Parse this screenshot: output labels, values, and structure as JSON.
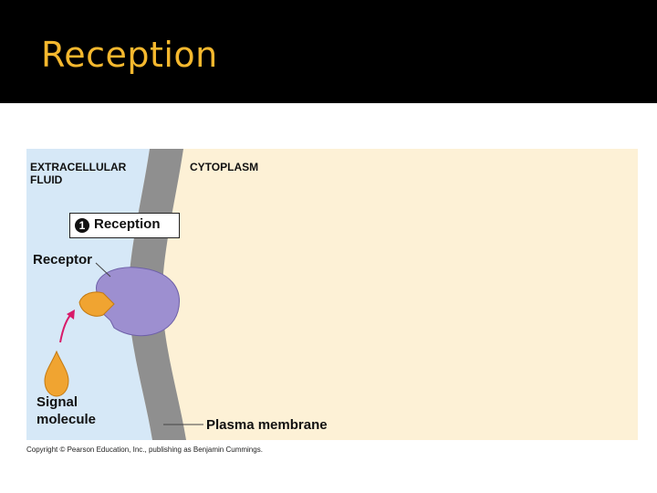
{
  "slide": {
    "title": "Reception"
  },
  "figure": {
    "region_extracellular": [
      "EXTRACELLULAR",
      "FLUID"
    ],
    "region_cytoplasm": "CYTOPLASM",
    "step_number": "1",
    "step_label": "Reception",
    "receptor_label": "Receptor",
    "signal_label": [
      "Signal",
      "molecule"
    ],
    "membrane_label": "Plasma membrane",
    "colors": {
      "extracellular": "#d6e8f7",
      "cytoplasm": "#fdf1d6",
      "membrane": "#8f8f8f",
      "receptor": "#9d8fd0",
      "signal_molecule": "#f0a431",
      "arrow": "#d81b6a"
    }
  },
  "copyright": "Copyright © Pearson Education, Inc., publishing as Benjamin Cummings."
}
